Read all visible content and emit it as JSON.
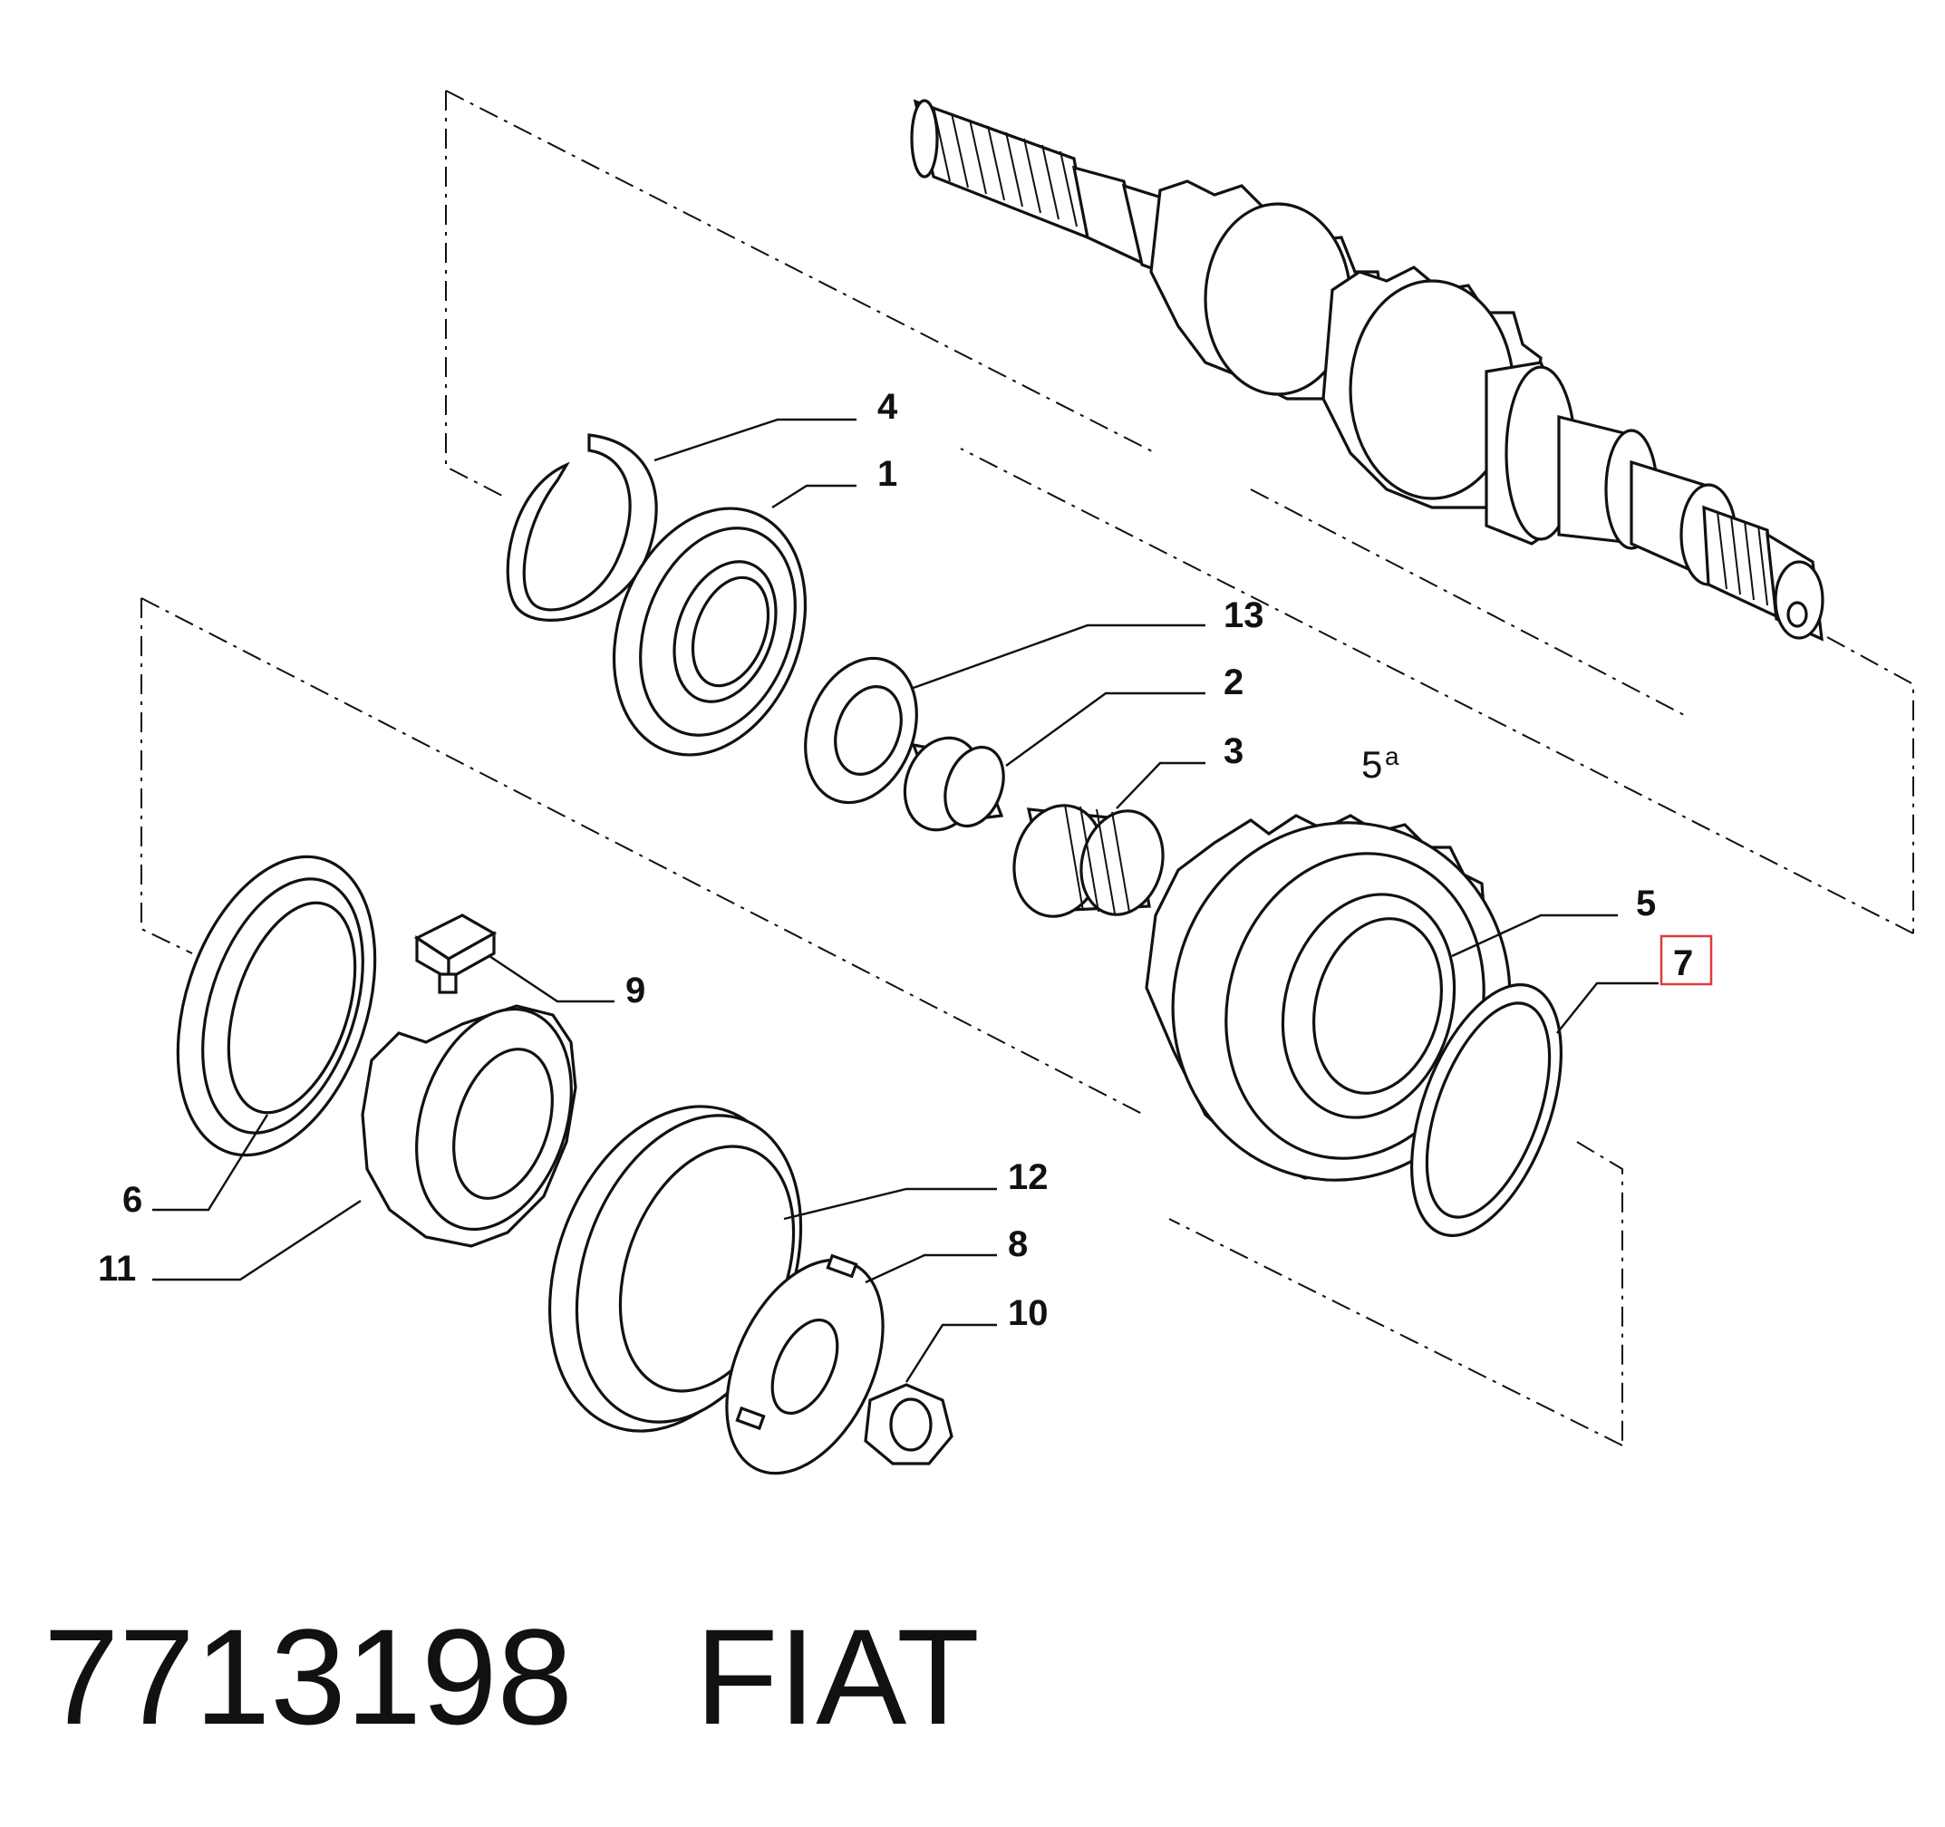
{
  "callouts": [
    {
      "id": "1",
      "label": "1"
    },
    {
      "id": "2",
      "label": "2"
    },
    {
      "id": "3",
      "label": "3"
    },
    {
      "id": "4",
      "label": "4"
    },
    {
      "id": "5",
      "label": "5"
    },
    {
      "id": "6",
      "label": "6"
    },
    {
      "id": "7",
      "label": "7",
      "highlighted": true
    },
    {
      "id": "8",
      "label": "8"
    },
    {
      "id": "9",
      "label": "9"
    },
    {
      "id": "10",
      "label": "10"
    },
    {
      "id": "11",
      "label": "11"
    },
    {
      "id": "12",
      "label": "12"
    },
    {
      "id": "13",
      "label": "13"
    }
  ],
  "gear_label": {
    "main": "5",
    "superscript": "a"
  },
  "highlight_color": "#e0393e",
  "footer": {
    "part_number": "7713198",
    "brand": "FIAT"
  }
}
